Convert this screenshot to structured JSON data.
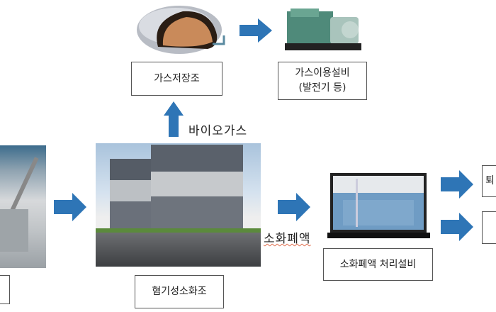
{
  "nodes": {
    "gas_storage": "가스저장조",
    "gas_use_line1": "가스이용설비",
    "gas_use_line2": "(발전기 등)",
    "digester": "혐기성소화조",
    "effluent_treatment": "소화폐액 처리설비",
    "output_top_partial": "퇴"
  },
  "labels": {
    "biogas": "바이오가스",
    "effluent": "소화폐액"
  },
  "colors": {
    "arrow": "#2e75b6"
  }
}
